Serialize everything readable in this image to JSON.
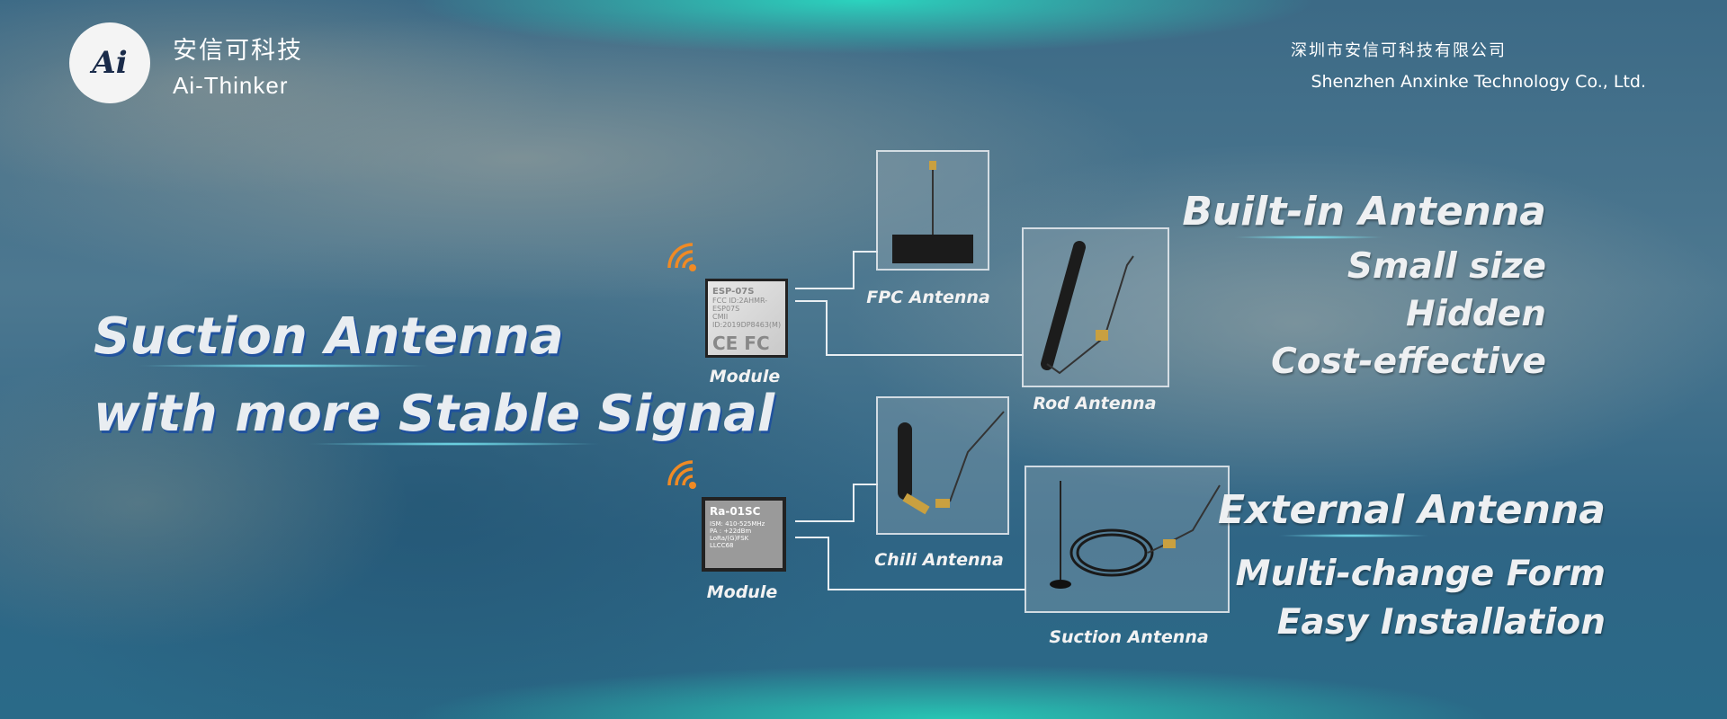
{
  "brand": {
    "logo_mark": "Ai",
    "name_cn": "安信可科技",
    "name_en": "Ai-Thinker"
  },
  "company": {
    "name_cn": "深圳市安信可科技有限公司",
    "name_en": "Shenzhen Anxinke Technology Co., Ltd."
  },
  "headline": {
    "line1": "Suction Antenna",
    "line2": "with more Stable Signal"
  },
  "modules": [
    {
      "label": "Module",
      "chip": "ESP-07S",
      "lines": [
        "FCC ID:2AHMR-ESP07S",
        "CMII ID:2019DP8463(M)"
      ],
      "marks": "CE  FC"
    },
    {
      "label": "Module",
      "chip": "Ra-01SC",
      "lines": [
        "ISM: 410-525MHz",
        "PA  : +22dBm",
        "LoRa/(G)FSK",
        "LLCC68"
      ]
    }
  ],
  "antennas": {
    "fpc": "FPC Antenna",
    "rod": "Rod Antenna",
    "chili": "Chili Antenna",
    "suction": "Suction Antenna"
  },
  "builtin": {
    "title": "Built-in Antenna",
    "features": [
      "Small size",
      "Hidden",
      "Cost-effective"
    ]
  },
  "external": {
    "title": "External Antenna",
    "features": [
      "Multi-change Form",
      "Easy Installation"
    ]
  },
  "colors": {
    "accent_glow": "#7ff3ff",
    "wifi": "#f08a24"
  }
}
